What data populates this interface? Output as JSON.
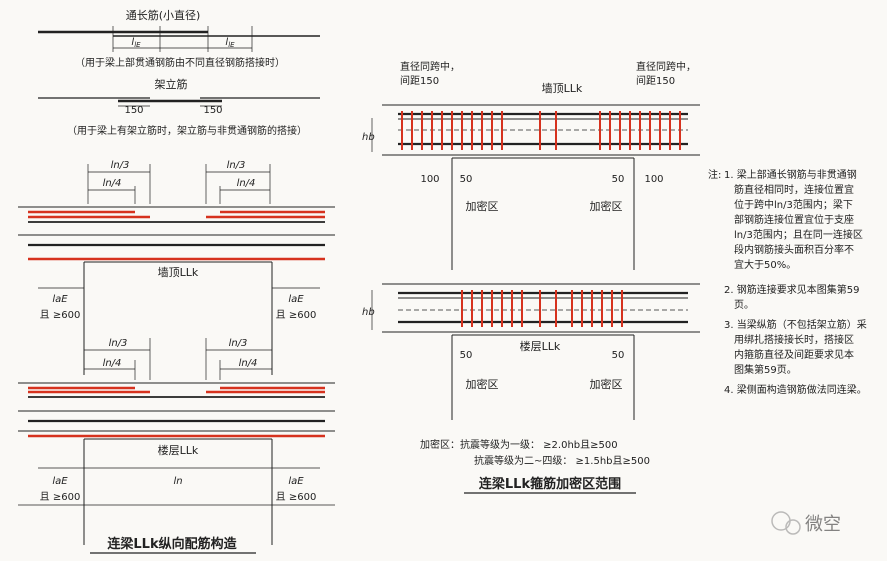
{
  "left_panel": {
    "top_labels": {
      "through_bar": "通长筋(小直径)",
      "lap_len": "l",
      "lap_sub": "lE",
      "through_note": "（用于梁上部贯通钢筋由不同直径钢筋搭接时）",
      "erection_bar": "架立筋",
      "dim_150": "150",
      "erection_note": "（用于梁上有架立筋时，架立筋与非贯通钢筋的搭接）"
    },
    "upper_beam": {
      "ln3": "ln/3",
      "ln4": "ln/4",
      "label": "墙顶LLk",
      "lae": "laE",
      "ge600": "且 ≥600"
    },
    "lower_beam": {
      "ln3": "ln/3",
      "ln4": "ln/4",
      "label": "楼层LLk",
      "lae": "laE",
      "ln": "ln",
      "ge600": "且 ≥600"
    },
    "title": "连梁LLk纵向配筋构造"
  },
  "right_panel": {
    "same_dia_left": "直径同跨中，",
    "spacing_left": "间距150",
    "same_dia_right": "直径同跨中，",
    "spacing_right": "间距150",
    "top_beam_label": "墙顶LLk",
    "hb": "hb",
    "dim_100": "100",
    "dim_50": "50",
    "dense_zone": "加密区",
    "floor_beam_label": "楼层LLk",
    "note_line1": "加密区：抗震等级为一级：   ≥2.0hb且≥500",
    "note_line2": "抗震等级为二~四级：  ≥1.5hb且≥500",
    "title": "连梁LLk箍筋加密区范围"
  },
  "notes": {
    "header": "注:",
    "items": [
      "1. 梁上部通长钢筋与非贯通钢",
      "筋直径相同时，连接位置宜",
      "位于跨中ln/3范围内；梁下",
      "部钢筋连接位置宜位于支座",
      "ln/3范围内；且在同一连接区",
      "段内钢筋接头面积百分率不",
      "宜大于50%。",
      "2. 钢筋连接要求见本图集第59",
      "页。",
      "3. 当梁纵筋（不包括架立筋）采",
      "用绑扎搭接接长时，搭接区",
      "内箍筋直径及间距要求见本",
      "图集第59页。",
      "4. 梁侧面构造钢筋做法同连梁。"
    ]
  },
  "watermark": "微空",
  "colors": {
    "rebar_red": "#d6321e",
    "line": "#222222",
    "bg": "#faf9f6"
  }
}
